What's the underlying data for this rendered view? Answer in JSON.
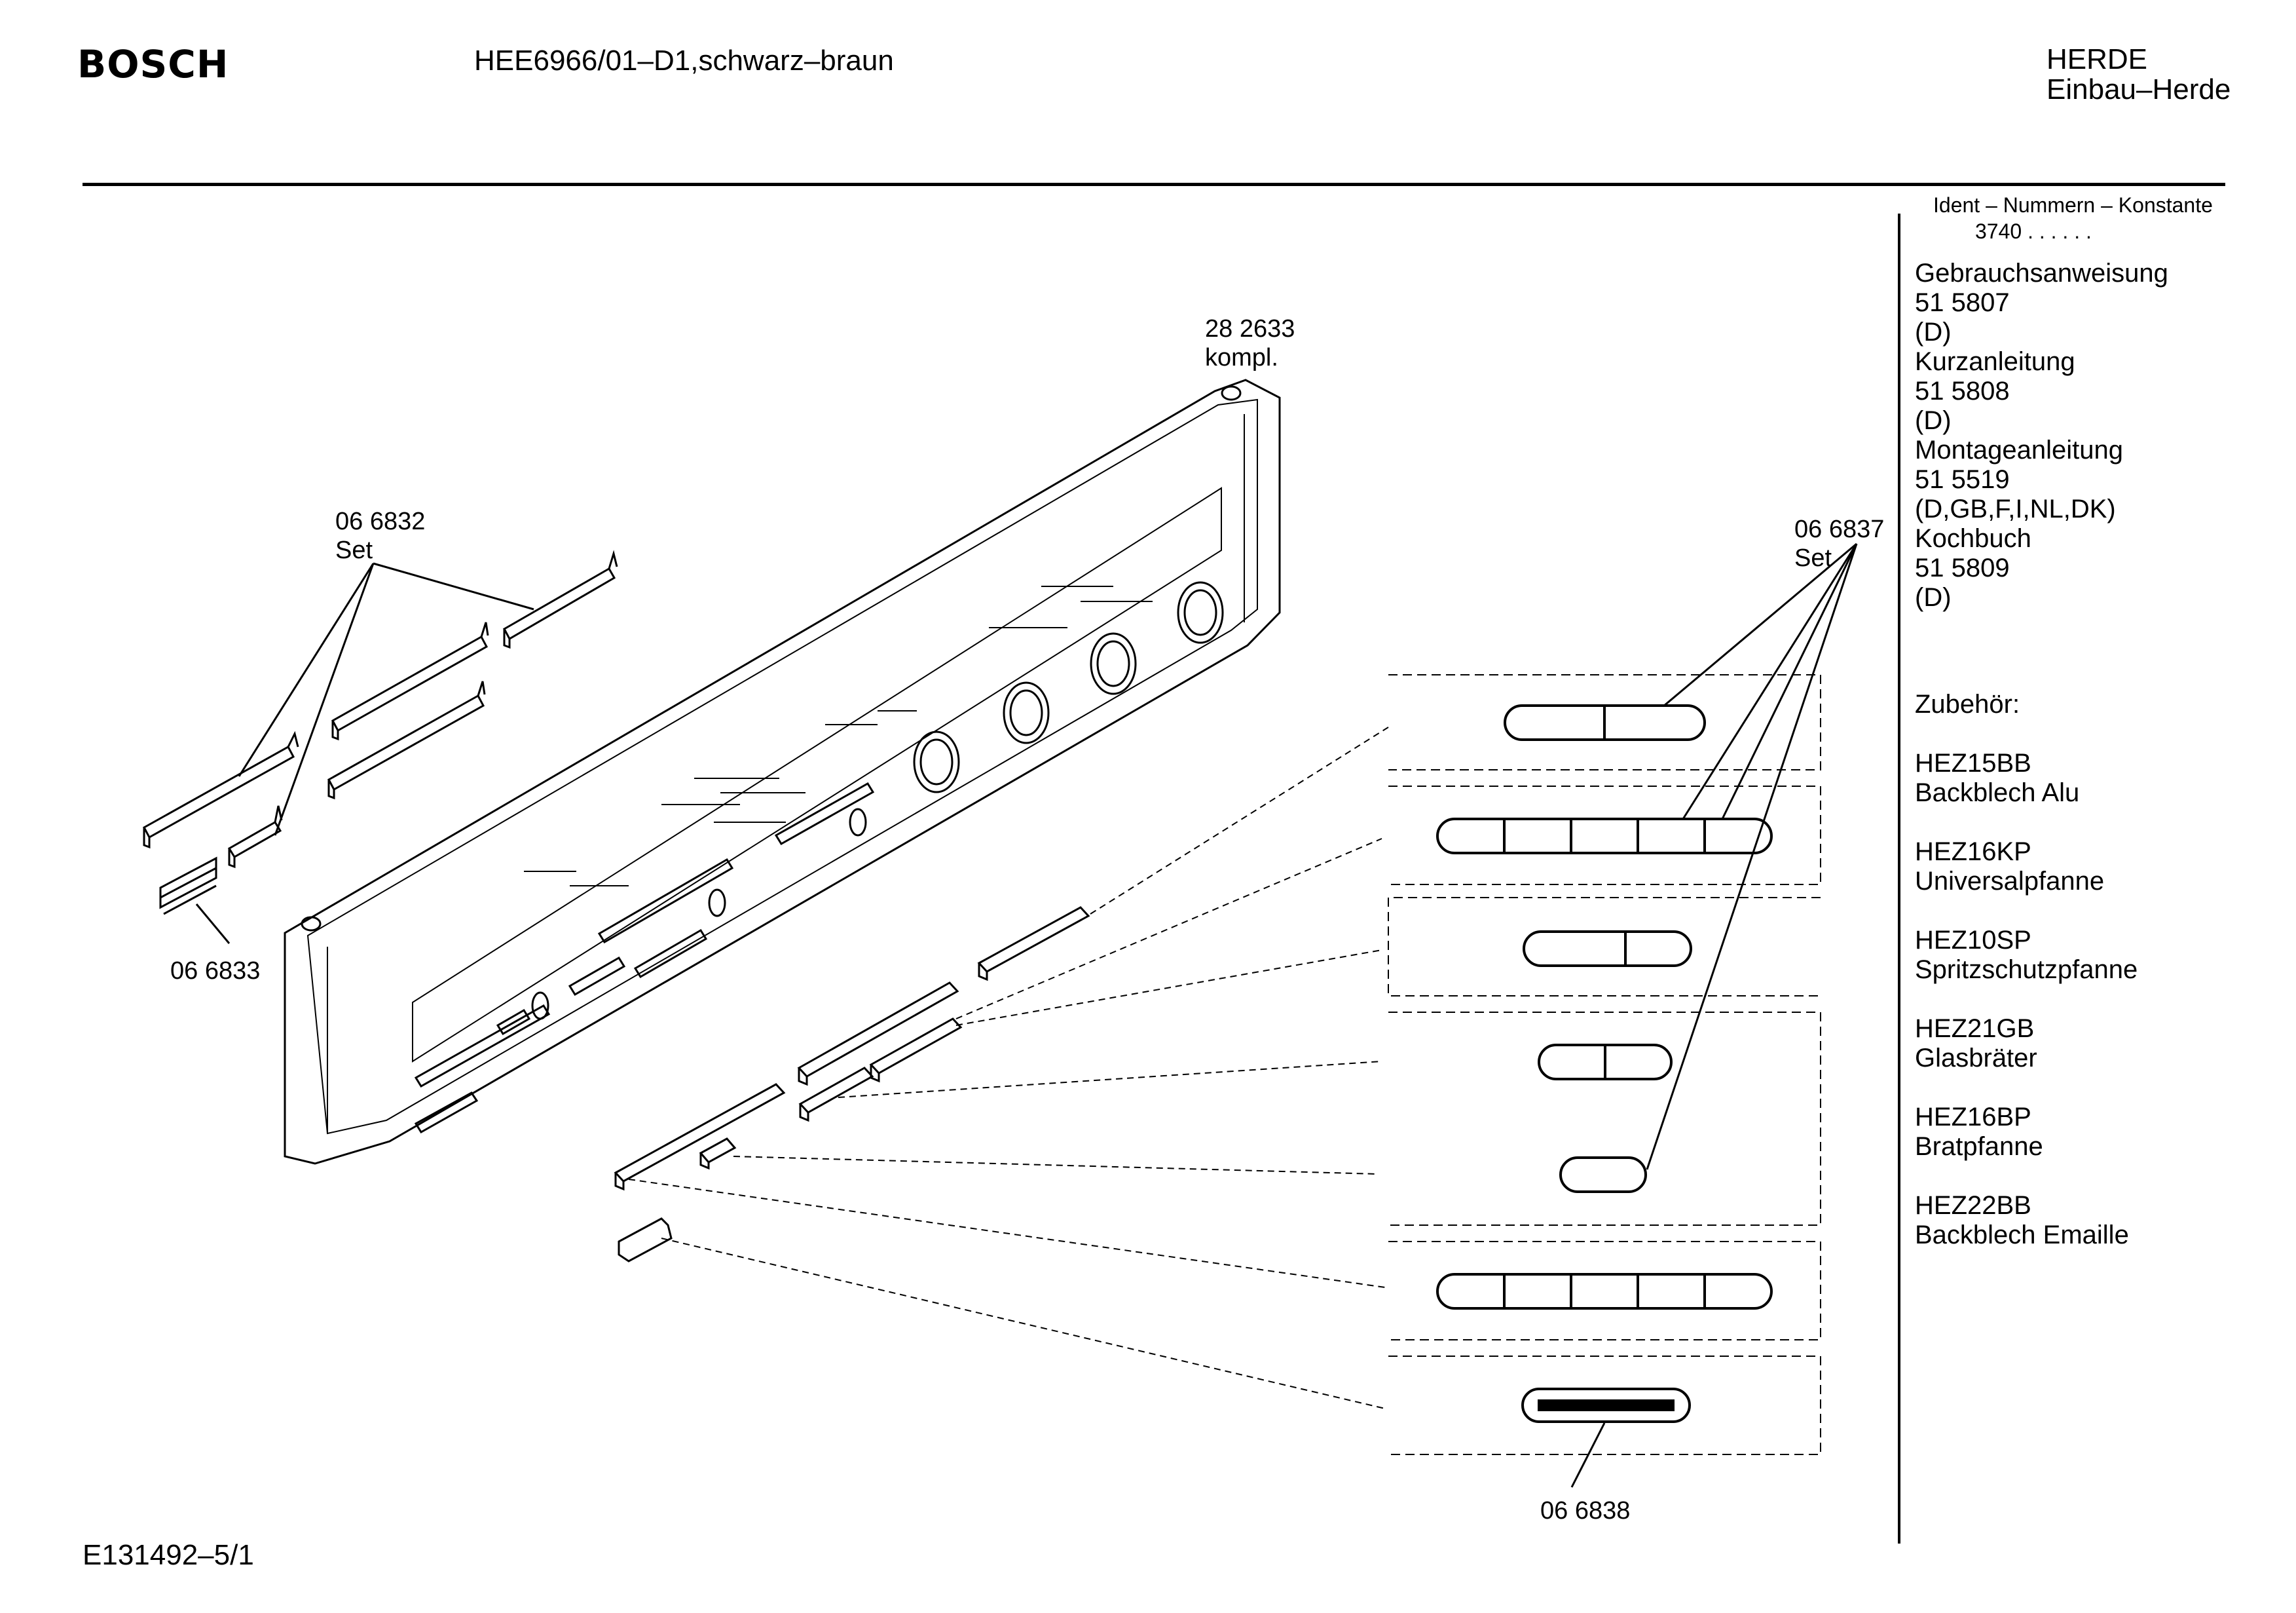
{
  "header": {
    "brand": "BOSCH",
    "model": "HEE6966/01–D1,schwarz–braun",
    "category_line1": "HERDE",
    "category_line2": "Einbau–Herde"
  },
  "ident": {
    "label": "Ident – Nummern – Konstante",
    "value": "3740 .  .   .  .  .  ."
  },
  "manuals": [
    {
      "title": "Gebrauchsanweisung",
      "number": "51 5807",
      "lang": "(D)"
    },
    {
      "title": "Kurzanleitung",
      "number": "51 5808",
      "lang": "(D)"
    },
    {
      "title": "Montageanleitung",
      "number": "51 5519",
      "lang": "(D,GB,F,I,NL,DK)"
    },
    {
      "title": "Kochbuch",
      "number": "51 5809",
      "lang": "(D)"
    }
  ],
  "accessories": {
    "heading": "Zubehör:",
    "items": [
      {
        "code": "HEZ15BB",
        "name": "Backblech Alu"
      },
      {
        "code": "HEZ16KP",
        "name": "Universalpfanne"
      },
      {
        "code": "HEZ10SP",
        "name": "Spritzschutzpfanne"
      },
      {
        "code": "HEZ21GB",
        "name": "Glasbräter"
      },
      {
        "code": "HEZ16BP",
        "name": "Bratpfanne"
      },
      {
        "code": "HEZ22BB",
        "name": "Backblech Emaille"
      }
    ]
  },
  "callouts": {
    "panel_number": "28 2633",
    "panel_note": "kompl.",
    "trim_number": "06 6832",
    "trim_note": "Set",
    "clip_number": "06 6833",
    "buttons_number": "06 6837",
    "buttons_note": "Set",
    "bar_number": "06 6838"
  },
  "footer": {
    "drawing_id": "E131492–5/1"
  }
}
